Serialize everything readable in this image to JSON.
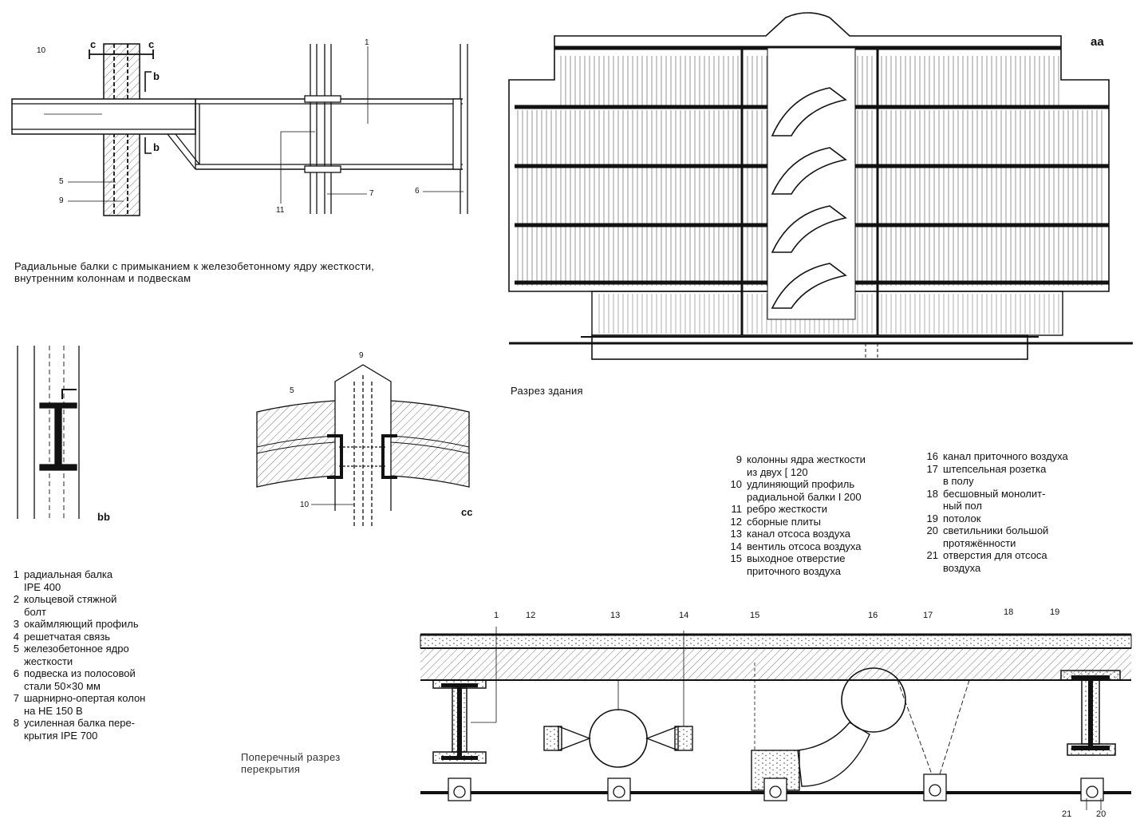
{
  "detail_captions": {
    "radial_beams": "Радиальные балки с примыканием к железобетонному ядру жесткости,\nвнутренним колоннам и подвескам",
    "building_section": "Разрез здания",
    "floor_section": "Поперечный разрез\nперекрытия"
  },
  "section_marks": {
    "aa": "aa",
    "bb": "bb",
    "cc": "cc",
    "c": "c",
    "b": "b"
  },
  "callouts_top": {
    "n10": "10",
    "n5": "5",
    "n9": "9",
    "n1": "1",
    "n11": "11",
    "n7": "7",
    "n6": "6"
  },
  "callouts_cc": {
    "n9": "9",
    "n5": "5",
    "n10": "10"
  },
  "callouts_floor": [
    "1",
    "12",
    "13",
    "14",
    "15",
    "16",
    "17",
    "18",
    "19",
    "21",
    "20"
  ],
  "legend_left": [
    {
      "num": "1",
      "text": "радиальная балка\nIPE 400"
    },
    {
      "num": "2",
      "text": "кольцевой стяжной\nболт"
    },
    {
      "num": "3",
      "text": "окаймляющий профиль"
    },
    {
      "num": "4",
      "text": "решетчатая связь"
    },
    {
      "num": "5",
      "text": "железобетонное ядро\nжесткости"
    },
    {
      "num": "6",
      "text": "подвеска из полосовой\nстали 50×30 мм"
    },
    {
      "num": "7",
      "text": "шарнирно-опертая колон\nна НЕ 150 В"
    },
    {
      "num": "8",
      "text": "усиленная балка пере-\nкрытия IPE 700"
    }
  ],
  "legend_middle": [
    {
      "num": "9",
      "text": "колонны ядра жесткости\nиз двух [ 120"
    },
    {
      "num": "10",
      "text": "удлиняющий профиль\nрадиальной балки I 200"
    },
    {
      "num": "11",
      "text": "ребро жесткости"
    },
    {
      "num": "12",
      "text": "сборные плиты"
    },
    {
      "num": "13",
      "text": "канал отсоса воздуха"
    },
    {
      "num": "14",
      "text": "вентиль отсоса воздуха"
    },
    {
      "num": "15",
      "text": "выходное отверстие\nприточного воздуха"
    }
  ],
  "legend_right": [
    {
      "num": "16",
      "text": "канал приточного воздуха"
    },
    {
      "num": "17",
      "text": "штепсельная розетка\nв полу"
    },
    {
      "num": "18",
      "text": "бесшовный монолит-\nный пол"
    },
    {
      "num": "19",
      "text": "потолок"
    },
    {
      "num": "20",
      "text": "светильники большой\nпротяжённости"
    },
    {
      "num": "21",
      "text": "отверстия для отсоса\nвоздуха"
    }
  ]
}
